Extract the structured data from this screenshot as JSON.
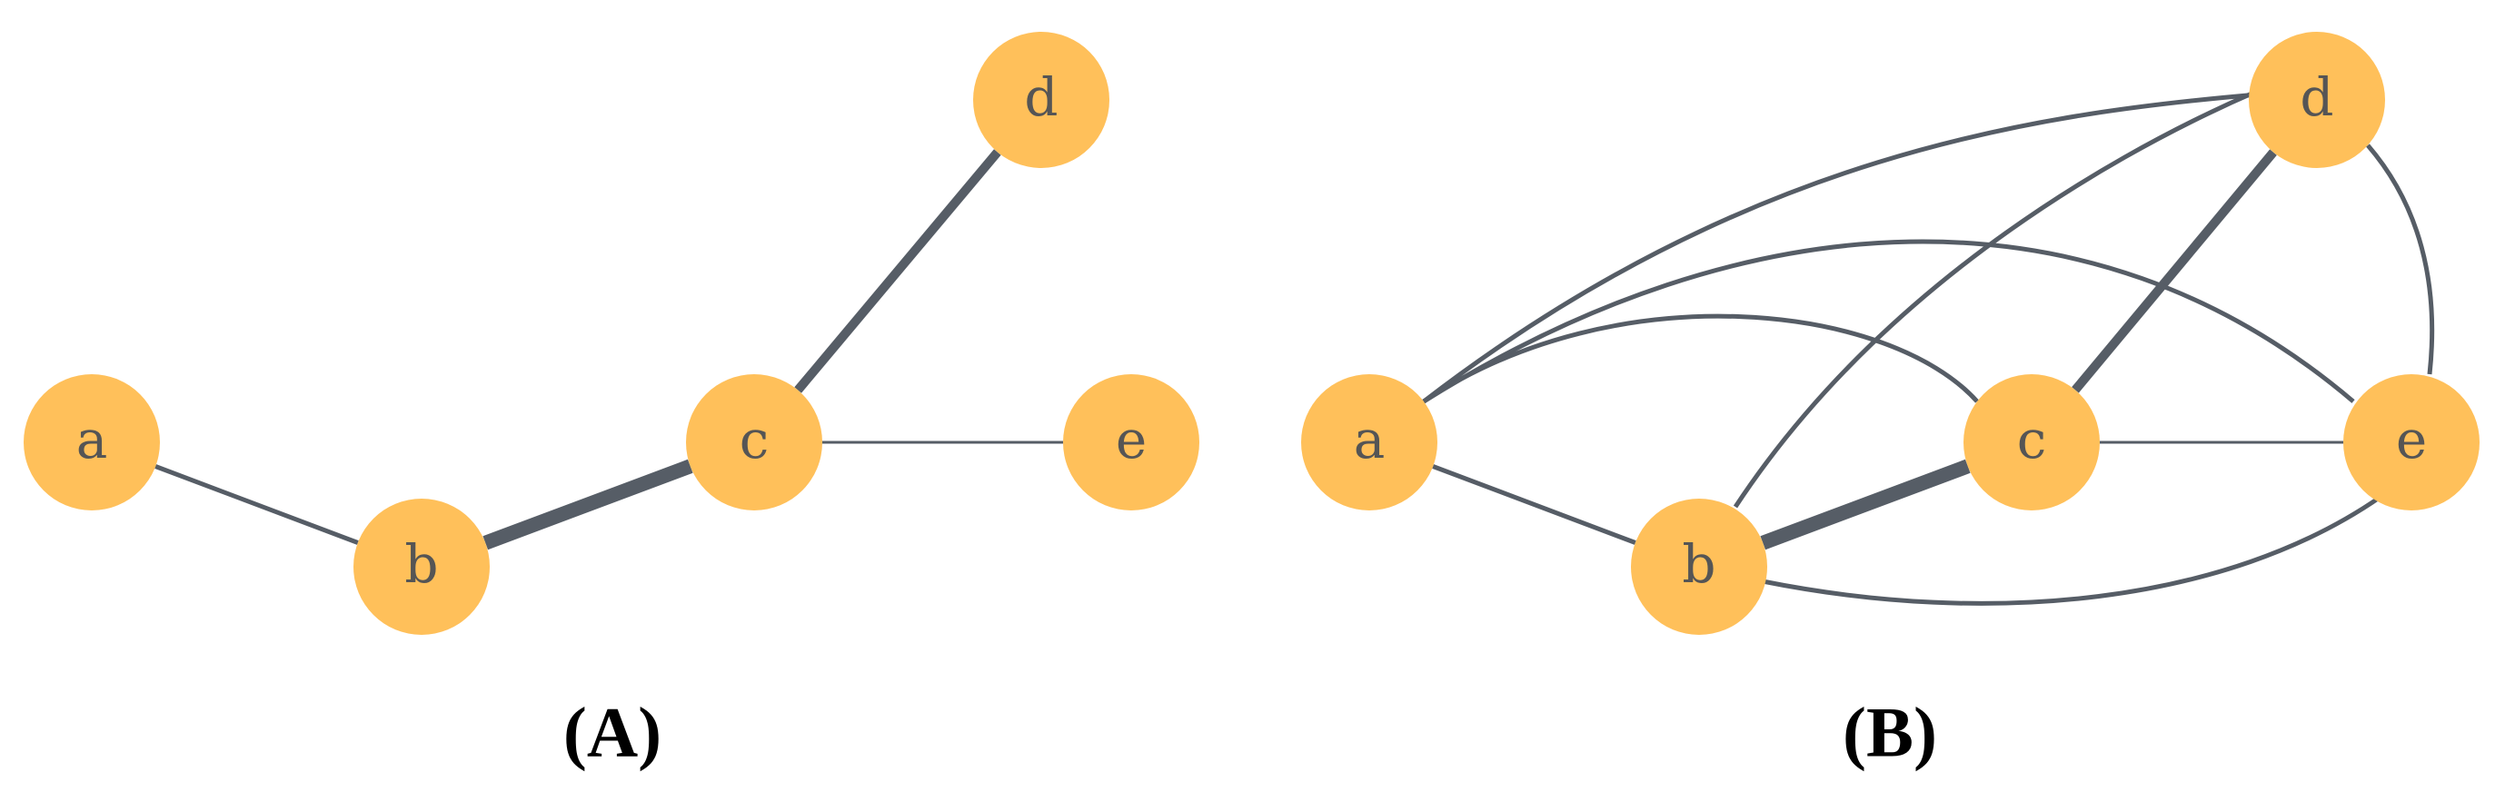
{
  "colors": {
    "node_fill": "#FFC05A",
    "edge": "#565D66",
    "label": "#555555",
    "panel_label": "#000000"
  },
  "panels": [
    {
      "id": "A",
      "caption": "(A)",
      "nodes": [
        {
          "id": "a",
          "label": "a"
        },
        {
          "id": "b",
          "label": "b"
        },
        {
          "id": "c",
          "label": "c"
        },
        {
          "id": "d",
          "label": "d"
        },
        {
          "id": "e",
          "label": "e"
        }
      ],
      "edges": [
        {
          "source": "a",
          "target": "b",
          "weight": "medium"
        },
        {
          "source": "b",
          "target": "c",
          "weight": "heavy"
        },
        {
          "source": "c",
          "target": "d",
          "weight": "strong"
        },
        {
          "source": "c",
          "target": "e",
          "weight": "thin"
        }
      ]
    },
    {
      "id": "B",
      "caption": "(B)",
      "nodes": [
        {
          "id": "a",
          "label": "a"
        },
        {
          "id": "b",
          "label": "b"
        },
        {
          "id": "c",
          "label": "c"
        },
        {
          "id": "d",
          "label": "d"
        },
        {
          "id": "e",
          "label": "e"
        }
      ],
      "edges": [
        {
          "source": "a",
          "target": "b",
          "weight": "medium"
        },
        {
          "source": "b",
          "target": "c",
          "weight": "heavy"
        },
        {
          "source": "c",
          "target": "d",
          "weight": "strong"
        },
        {
          "source": "c",
          "target": "e",
          "weight": "thin"
        },
        {
          "source": "a",
          "target": "c",
          "weight": "medium"
        },
        {
          "source": "a",
          "target": "d",
          "weight": "medium"
        },
        {
          "source": "a",
          "target": "e",
          "weight": "medium"
        },
        {
          "source": "b",
          "target": "d",
          "weight": "medium"
        },
        {
          "source": "b",
          "target": "e",
          "weight": "medium"
        },
        {
          "source": "d",
          "target": "e",
          "weight": "medium"
        }
      ]
    }
  ]
}
